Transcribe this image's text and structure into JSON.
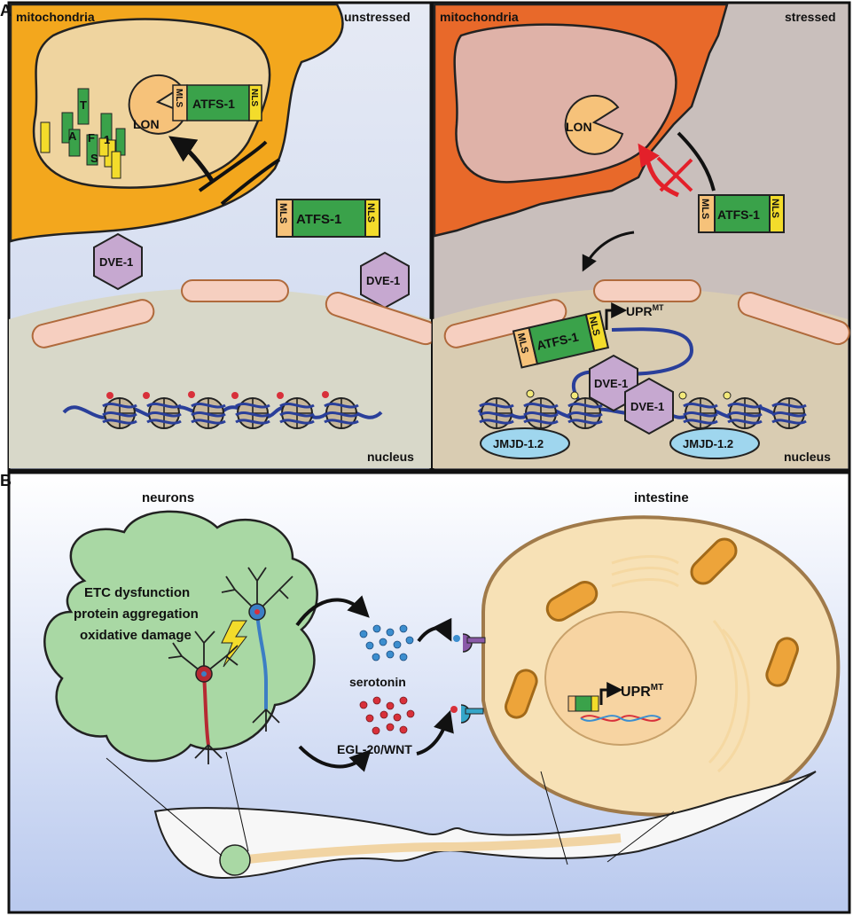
{
  "panel_a": {
    "letter": "A",
    "left": {
      "mito_label": "mitochondria",
      "state_label": "unstressed",
      "nucleus_label": "nucleus",
      "lon_label": "LON",
      "atfs_label": "ATFS-1",
      "mls_label": "MLS",
      "nls_label": "NLS",
      "dve_label": "DVE-1",
      "fragment_letters": [
        "A",
        "T",
        "F",
        "S",
        "1"
      ]
    },
    "right": {
      "mito_label": "mitochondria",
      "state_label": "stressed",
      "nucleus_label": "nucleus",
      "lon_label": "LON",
      "atfs_label": "ATFS-1",
      "mls_label": "MLS",
      "nls_label": "NLS",
      "dve_label": "DVE-1",
      "jmjd_label": "JMJD-1.2",
      "upr_label": "UPR",
      "upr_superscript": "MT"
    }
  },
  "panel_b": {
    "letter": "B",
    "neurons_label": "neurons",
    "intestine_label": "intestine",
    "stress_lines": [
      "ETC dysfunction",
      "protein aggregation",
      "oxidative damage"
    ],
    "serotonin_label": "serotonin",
    "wnt_label": "EGL-20/WNT",
    "upr_label": "UPR",
    "upr_superscript": "MT"
  },
  "colors": {
    "mito_unstressed": "#f3a71d",
    "mito_stressed": "#e8692a",
    "atfs_green": "#3aa24a",
    "signal_yellow": "#f3dc2b",
    "dve_purple": "#c6a8d0",
    "jmjd_blue": "#9fd6ee",
    "cloud_green": "#a9d8a4",
    "intestine_cell": "#f7e1b6",
    "serotonin_blue": "#3c8ecf",
    "wnt_red": "#d8303a"
  }
}
